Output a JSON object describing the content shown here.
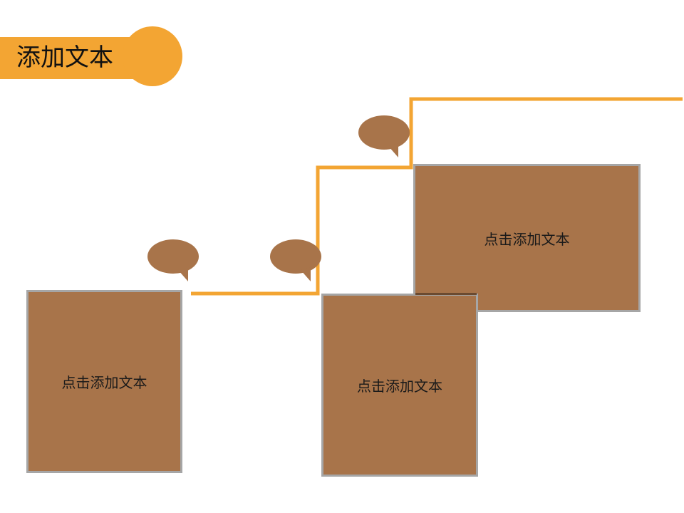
{
  "slide": {
    "title": "添加文本"
  },
  "boxes": {
    "left_label": "点击添加文本",
    "center_label": "点击添加文本",
    "right_label": "点击添加文本"
  },
  "colors": {
    "accent": "#f3a533",
    "box_fill": "#a8744a",
    "box_border": "#a6a6a6",
    "bubble_fill": "#a8744a"
  },
  "icons": {
    "bubble": "speech-bubble-icon"
  }
}
